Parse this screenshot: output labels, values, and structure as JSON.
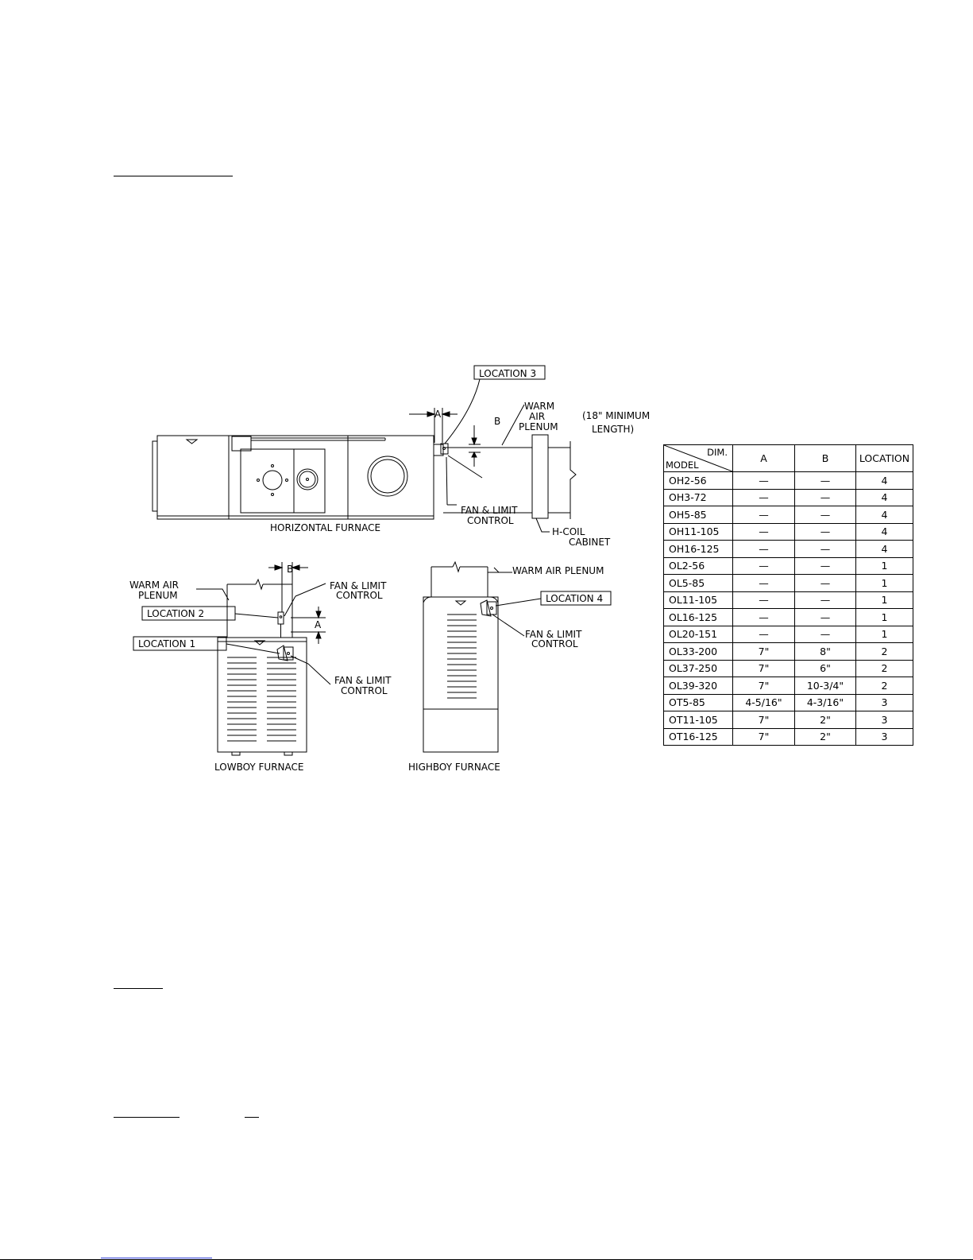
{
  "diagram": {
    "labels": {
      "location_1": "LOCATION 1",
      "location_2": "LOCATION 2",
      "location_3": "LOCATION 3",
      "location_4": "LOCATION 4",
      "dim_a": "A",
      "dim_b": "B",
      "warm_air": "WARM",
      "air": "AIR",
      "plenum": "PLENUM",
      "min_length_1": "(18\" MINIMUM",
      "min_length_2": "LENGTH)",
      "fan_limit": "FAN & LIMIT",
      "control": "CONTROL",
      "h_coil": "H-COIL",
      "cabinet": "CABINET",
      "horizontal_furnace": "HORIZONTAL FURNACE",
      "lowboy_furnace": "LOWBOY FURNACE",
      "highboy_furnace": "HIGHBOY FURNACE",
      "warm_air_2": "WARM AIR",
      "warm_air_plenum": "WARM AIR PLENUM"
    }
  },
  "table": {
    "corner_top": "DIM.",
    "corner_bottom": "MODEL",
    "col_a": "A",
    "col_b": "B",
    "col_location": "LOCATION",
    "rows": [
      {
        "model": "OH2-56",
        "a": "—",
        "b": "—",
        "location": "4"
      },
      {
        "model": "OH3-72",
        "a": "—",
        "b": "—",
        "location": "4"
      },
      {
        "model": "OH5-85",
        "a": "—",
        "b": "—",
        "location": "4"
      },
      {
        "model": "OH11-105",
        "a": "—",
        "b": "—",
        "location": "4"
      },
      {
        "model": "OH16-125",
        "a": "—",
        "b": "—",
        "location": "4"
      },
      {
        "model": "OL2-56",
        "a": "—",
        "b": "—",
        "location": "1"
      },
      {
        "model": "OL5-85",
        "a": "—",
        "b": "—",
        "location": "1"
      },
      {
        "model": "OL11-105",
        "a": "—",
        "b": "—",
        "location": "1"
      },
      {
        "model": "OL16-125",
        "a": "—",
        "b": "—",
        "location": "1"
      },
      {
        "model": "OL20-151",
        "a": "—",
        "b": "—",
        "location": "1"
      },
      {
        "model": "OL33-200",
        "a": "7\"",
        "b": "8\"",
        "location": "2"
      },
      {
        "model": "OL37-250",
        "a": "7\"",
        "b": "6\"",
        "location": "2"
      },
      {
        "model": "OL39-320",
        "a": "7\"",
        "b": "10-3/4\"",
        "location": "2"
      },
      {
        "model": "OT5-85",
        "a": "4-5/16\"",
        "b": "4-3/16\"",
        "location": "3"
      },
      {
        "model": "OT11-105",
        "a": "7\"",
        "b": "2\"",
        "location": "3"
      },
      {
        "model": "OT16-125",
        "a": "7\"",
        "b": "2\"",
        "location": "3"
      }
    ]
  },
  "colors": {
    "line": "#000000",
    "footer_link": "#2b3bd6"
  }
}
